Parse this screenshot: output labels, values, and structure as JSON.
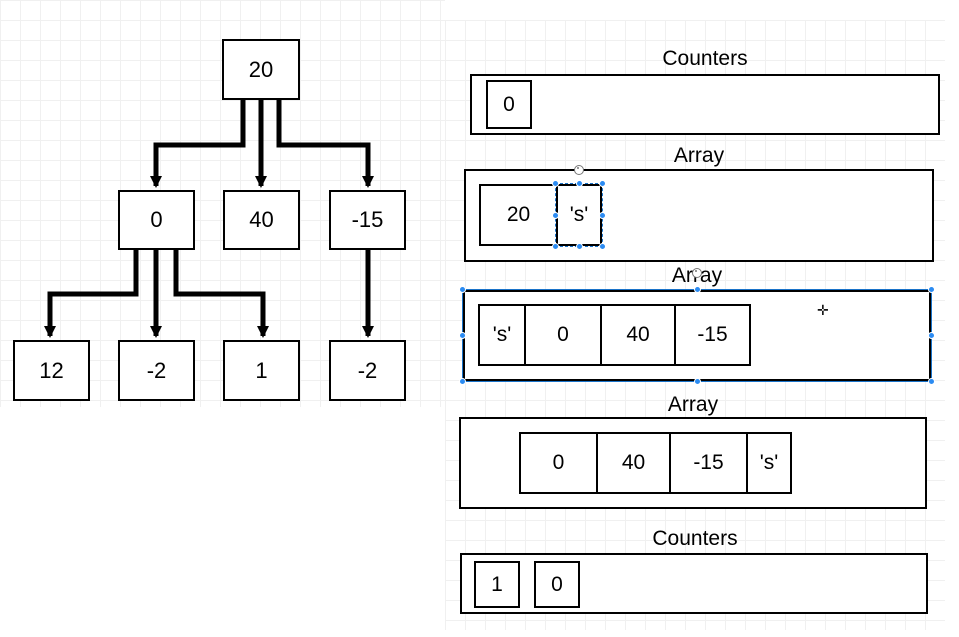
{
  "tree": {
    "root": "20",
    "level1": [
      "0",
      "40",
      "-15"
    ],
    "level2": [
      "12",
      "-2",
      "1",
      "-2"
    ]
  },
  "panels": {
    "counters_top": {
      "title": "Counters",
      "cells": [
        "0"
      ]
    },
    "array1": {
      "title": "Array",
      "cells": [
        "20",
        "'s'"
      ]
    },
    "array2": {
      "title": "Array",
      "cells": [
        "'s'",
        "0",
        "40",
        "-15"
      ]
    },
    "array3": {
      "title": "Array",
      "cells": [
        "0",
        "40",
        "-15",
        "'s'"
      ]
    },
    "counters_bottom": {
      "title": "Counters",
      "cells": [
        "1",
        "0"
      ]
    }
  },
  "colors": {
    "selection": "#1a73c9",
    "handle": "#2b8bf2",
    "stroke": "#000000"
  }
}
